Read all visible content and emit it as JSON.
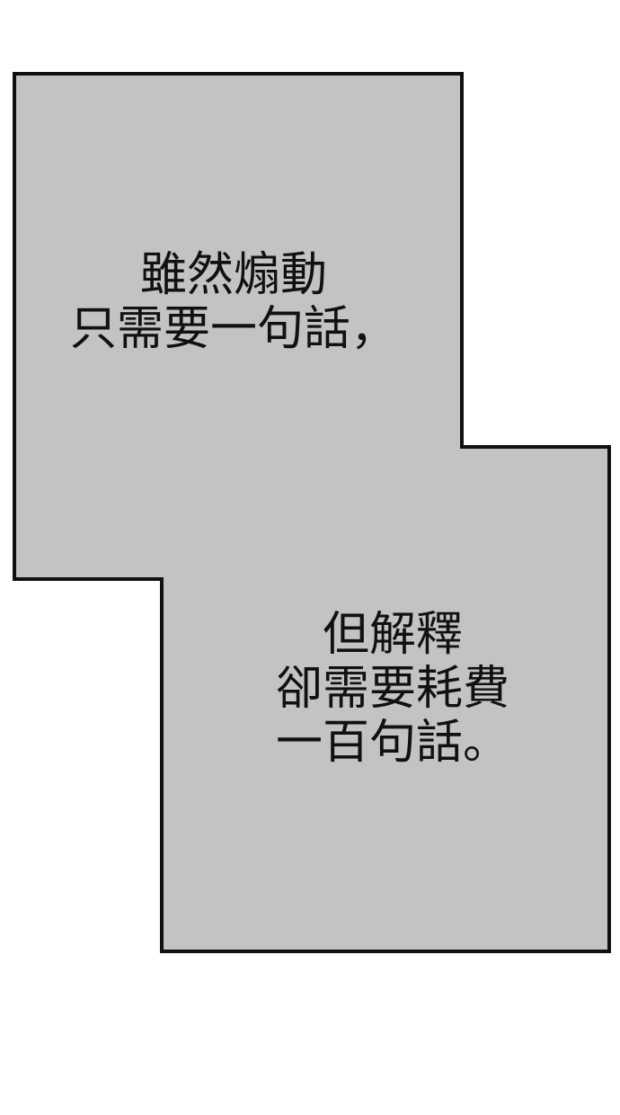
{
  "panel": {
    "fill_color": "#c3c3c3",
    "border_color": "#111111",
    "background_color": "#ffffff"
  },
  "caption_top": {
    "lines": [
      "雖然煽動",
      "只需要一句話，"
    ]
  },
  "caption_bottom": {
    "lines": [
      "但解釋",
      "卻需要耗費",
      "一百句話。"
    ]
  }
}
